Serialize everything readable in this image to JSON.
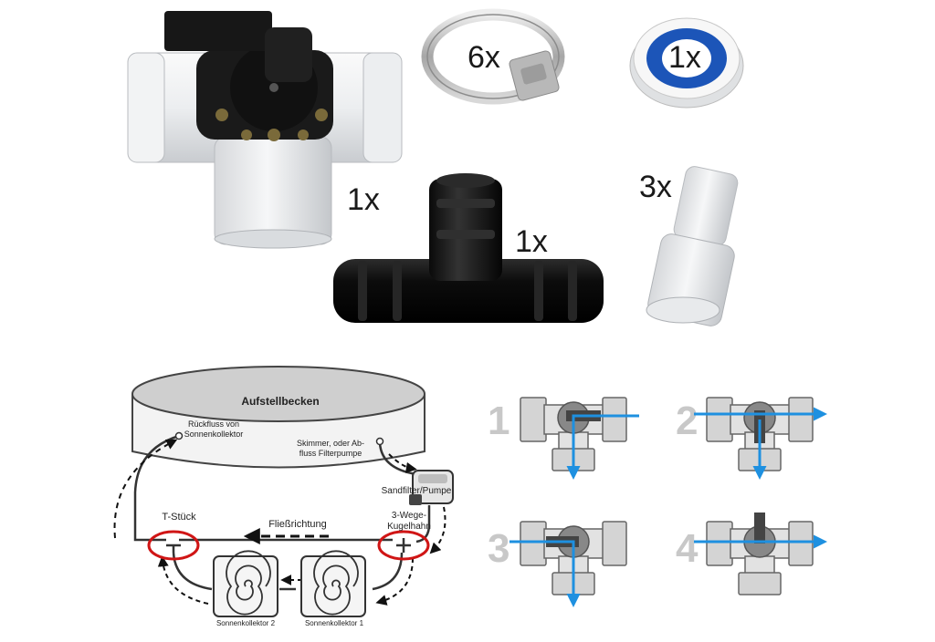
{
  "parts": {
    "valve_qty": "1x",
    "clamp_qty": "6x",
    "tape_qty": "1x",
    "tpiece_qty": "1x",
    "adapter_qty": "3x"
  },
  "schematic": {
    "pool_label": "Aufstellbecken",
    "return_label_1": "Rückfluss von",
    "return_label_2": "Sonnenkollektor",
    "skimmer_label_1": "Skimmer, oder Ab-",
    "skimmer_label_2": "fluss Filterpumpe",
    "pump_label": "Sandfilter/Pumpe",
    "valve_label_1": "3-Wege-",
    "valve_label_2": "Kugelhahn",
    "tee_label": "T-Stück",
    "flow_label": "Fließrichtung",
    "collector2_label": "Sonnenkollektor 2",
    "collector1_label": "Sonnenkollektor 1"
  },
  "positions": [
    "1",
    "2",
    "3",
    "4"
  ],
  "colors": {
    "flow_arrow": "#1e90e0",
    "marker": "#d01515",
    "step_number": "#c8c8c8"
  }
}
